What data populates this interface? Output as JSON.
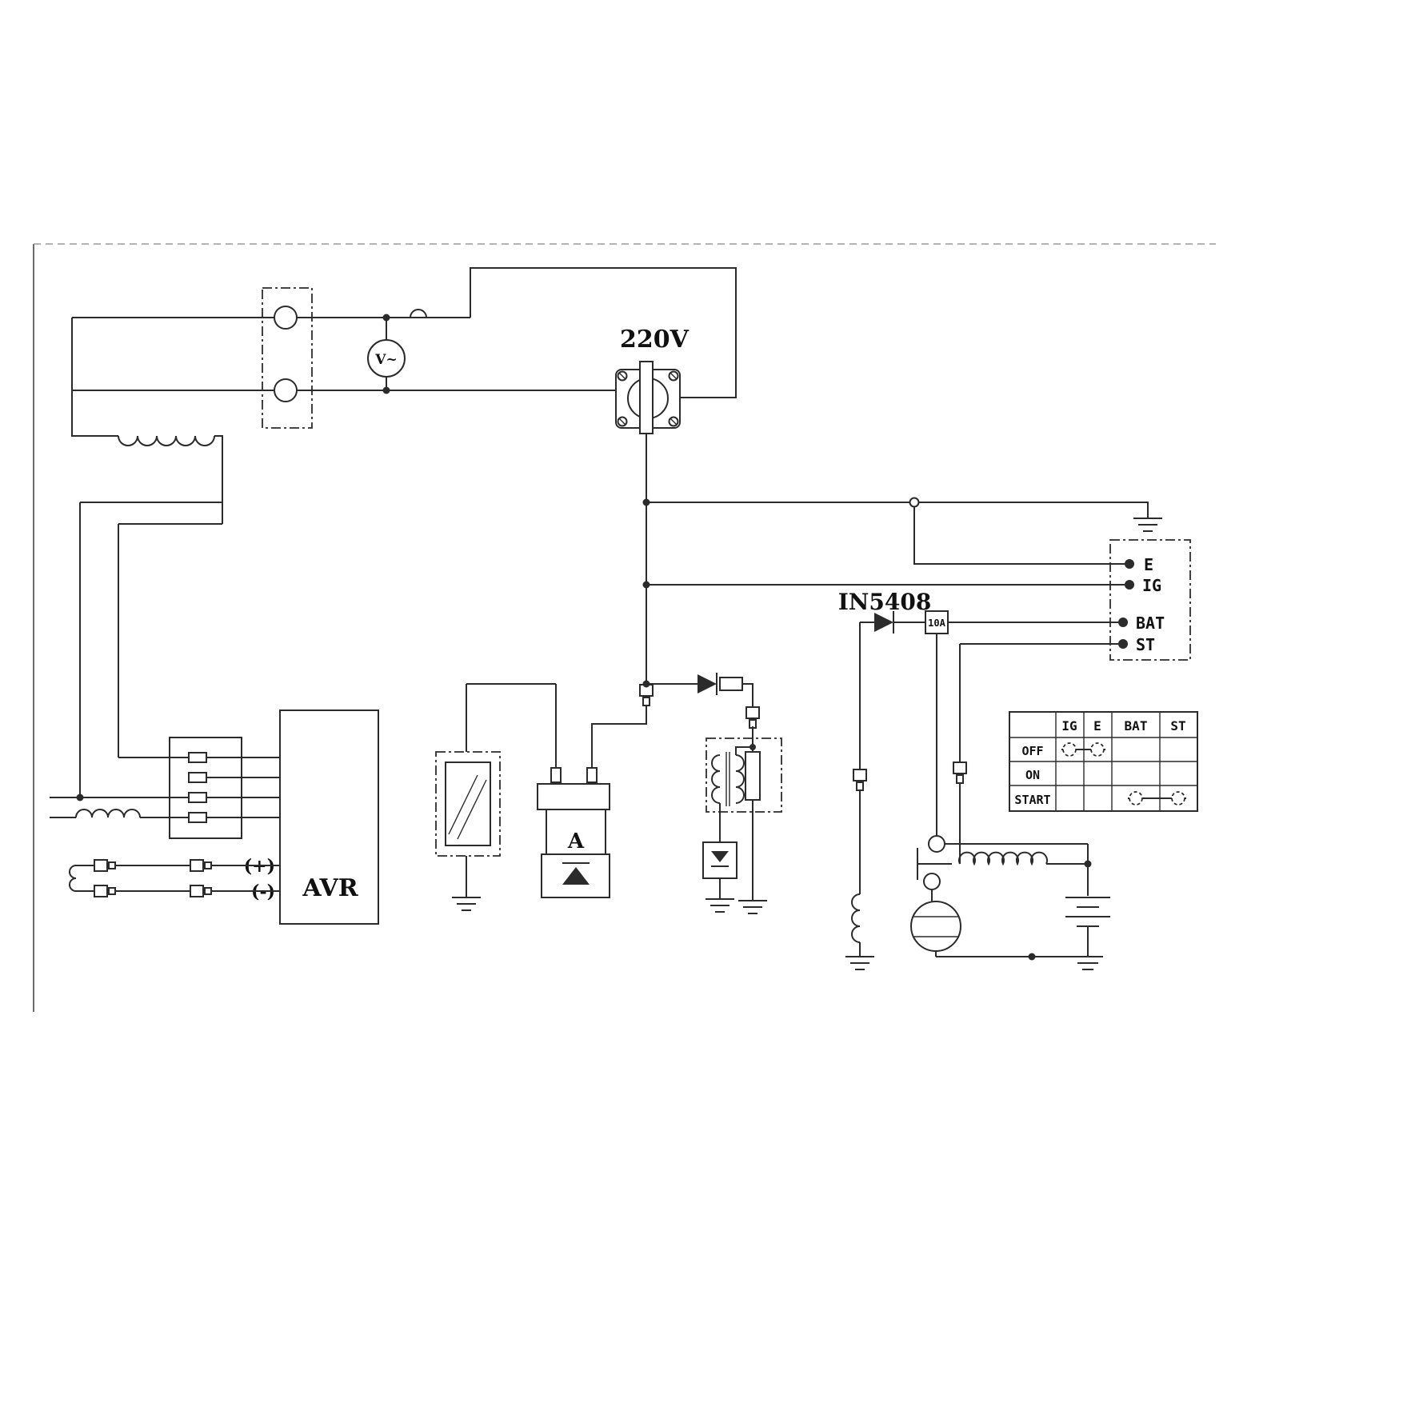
{
  "labels": {
    "socket_voltage": "220V",
    "diode": "IN5408",
    "fuse": "10A",
    "voltmeter": "V~",
    "ammeter": "A",
    "avr": "AVR",
    "positive": "(+)",
    "negative": "(-)"
  },
  "ignition_connector": {
    "pins": [
      {
        "label": "E"
      },
      {
        "label": "IG"
      },
      {
        "label": "BAT"
      },
      {
        "label": "ST"
      }
    ]
  },
  "switch_table": {
    "columns": [
      "IG",
      "E",
      "BAT",
      "ST"
    ],
    "rows": [
      "OFF",
      "ON",
      "START"
    ],
    "connections": [
      {
        "row": "OFF",
        "between": "IG-E"
      },
      {
        "row": "START",
        "between": "BAT-ST"
      }
    ]
  },
  "colors": {
    "line": "#2b2b2b",
    "background": "#ffffff"
  }
}
